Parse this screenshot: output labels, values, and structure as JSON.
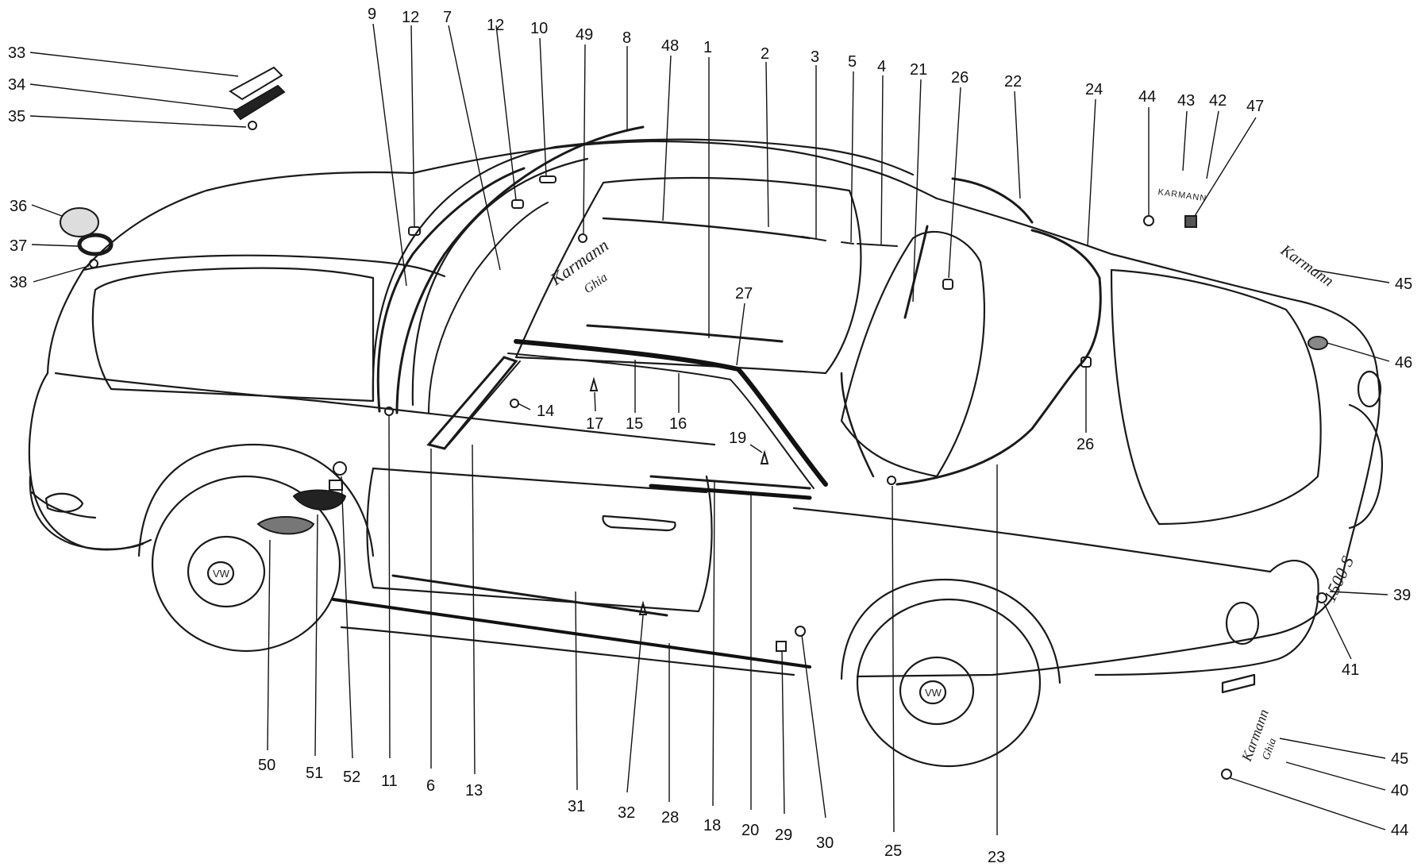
{
  "diagram": {
    "colors": {
      "ink": "#1a1a1a",
      "paper": "#ffffff",
      "trim": "#2b2b2b"
    },
    "badges": {
      "karmann_caps": "KARMANN",
      "karmann_script": "Karmann",
      "ghia_script": "Ghia",
      "model_script": "1500 S",
      "vw_logo": "VW"
    },
    "callouts": [
      {
        "id": "33",
        "label": "33"
      },
      {
        "id": "34",
        "label": "34"
      },
      {
        "id": "35",
        "label": "35"
      },
      {
        "id": "36",
        "label": "36"
      },
      {
        "id": "37",
        "label": "37"
      },
      {
        "id": "38",
        "label": "38"
      },
      {
        "id": "9",
        "label": "9"
      },
      {
        "id": "12a",
        "label": "12"
      },
      {
        "id": "7",
        "label": "7"
      },
      {
        "id": "12b",
        "label": "12"
      },
      {
        "id": "10",
        "label": "10"
      },
      {
        "id": "49",
        "label": "49"
      },
      {
        "id": "8",
        "label": "8"
      },
      {
        "id": "48",
        "label": "48"
      },
      {
        "id": "1",
        "label": "1"
      },
      {
        "id": "2",
        "label": "2"
      },
      {
        "id": "3",
        "label": "3"
      },
      {
        "id": "5",
        "label": "5"
      },
      {
        "id": "4",
        "label": "4"
      },
      {
        "id": "21",
        "label": "21"
      },
      {
        "id": "26a",
        "label": "26"
      },
      {
        "id": "22",
        "label": "22"
      },
      {
        "id": "24",
        "label": "24"
      },
      {
        "id": "44a",
        "label": "44"
      },
      {
        "id": "43",
        "label": "43"
      },
      {
        "id": "42",
        "label": "42"
      },
      {
        "id": "47",
        "label": "47"
      },
      {
        "id": "45a",
        "label": "45"
      },
      {
        "id": "46",
        "label": "46"
      },
      {
        "id": "27",
        "label": "27"
      },
      {
        "id": "14",
        "label": "14"
      },
      {
        "id": "17",
        "label": "17"
      },
      {
        "id": "15",
        "label": "15"
      },
      {
        "id": "16",
        "label": "16"
      },
      {
        "id": "19",
        "label": "19"
      },
      {
        "id": "26b",
        "label": "26"
      },
      {
        "id": "39",
        "label": "39"
      },
      {
        "id": "41",
        "label": "41"
      },
      {
        "id": "50",
        "label": "50"
      },
      {
        "id": "51",
        "label": "51"
      },
      {
        "id": "52",
        "label": "52"
      },
      {
        "id": "11",
        "label": "11"
      },
      {
        "id": "6",
        "label": "6"
      },
      {
        "id": "13",
        "label": "13"
      },
      {
        "id": "31",
        "label": "31"
      },
      {
        "id": "32",
        "label": "32"
      },
      {
        "id": "28",
        "label": "28"
      },
      {
        "id": "18",
        "label": "18"
      },
      {
        "id": "20",
        "label": "20"
      },
      {
        "id": "29",
        "label": "29"
      },
      {
        "id": "30",
        "label": "30"
      },
      {
        "id": "25",
        "label": "25"
      },
      {
        "id": "23",
        "label": "23"
      },
      {
        "id": "45b",
        "label": "45"
      },
      {
        "id": "40",
        "label": "40"
      },
      {
        "id": "44b",
        "label": "44"
      }
    ]
  }
}
